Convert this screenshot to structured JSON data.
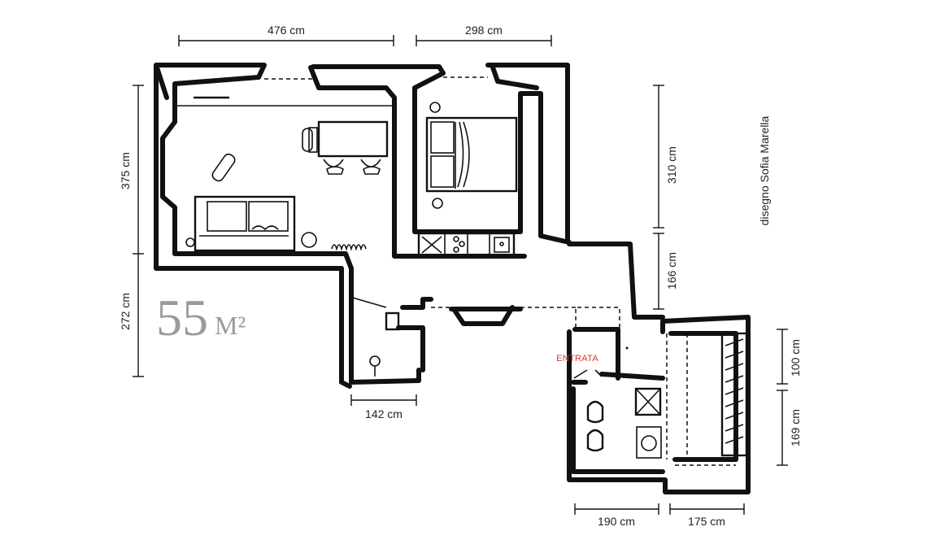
{
  "plan": {
    "area_number": "55",
    "area_unit": "M²",
    "entrance_label": "ENTRATA",
    "credit": "disegno Sofia Marella",
    "dimensions": {
      "top_left": "476 cm",
      "top_right": "298 cm",
      "left_upper": "375 cm",
      "left_lower": "272 cm",
      "right_upper": "310 cm",
      "right_middle": "166 cm",
      "bottom_mid": "142 cm",
      "right_lower_1": "100 cm",
      "right_lower_2": "169 cm",
      "bottom_right_1": "190 cm",
      "bottom_right_2": "175 cm"
    }
  }
}
